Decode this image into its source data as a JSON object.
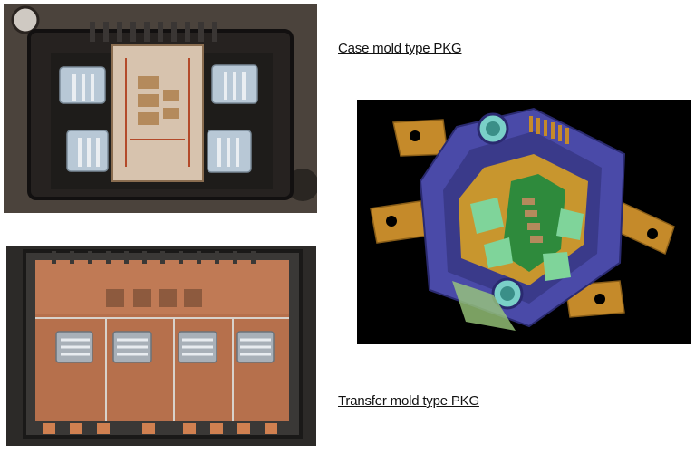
{
  "figure": {
    "captions": {
      "case_mold": "Case mold type PKG",
      "transfer_mold": "Transfer mold type PKG"
    },
    "photos": [
      {
        "name": "case-mold-photo",
        "depicts": "photo"
      },
      {
        "name": "transfer-mold-photo",
        "depicts": "photo"
      },
      {
        "name": "case-mold-3d-render",
        "depicts": "3D CAD render"
      }
    ],
    "colors": {
      "render_background": "#000000",
      "housing": "#4a4aa8",
      "terminal_copper": "#c58a2a",
      "substrate_green": "#2e8a3c"
    }
  }
}
